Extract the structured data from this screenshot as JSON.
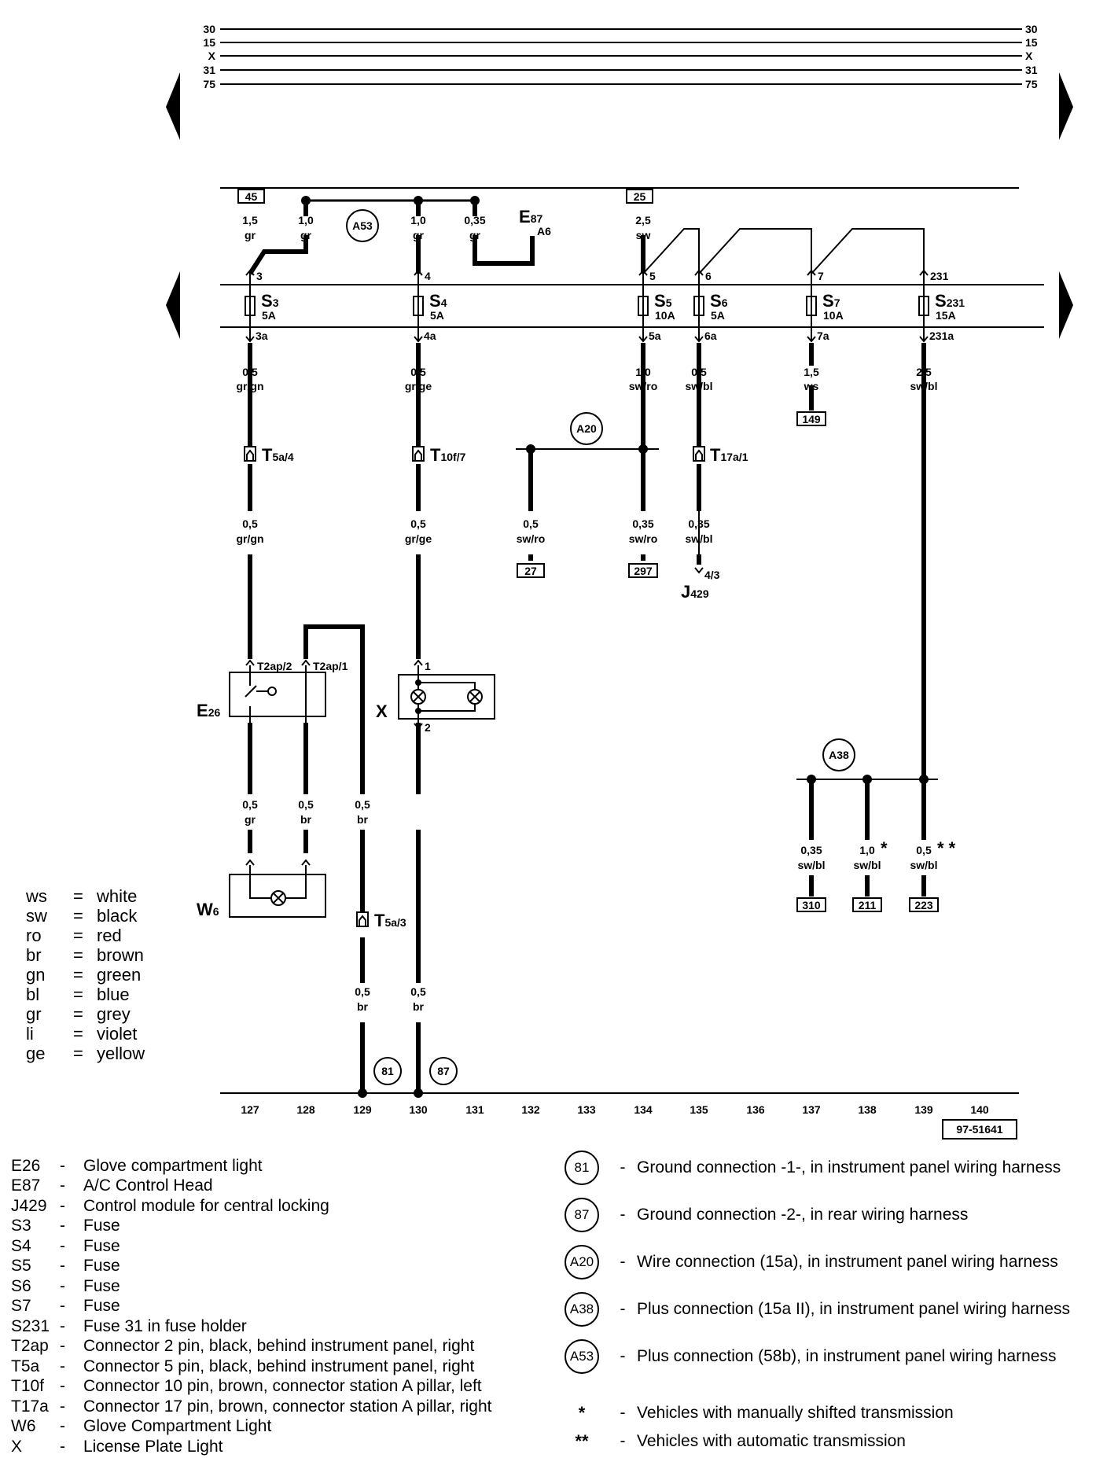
{
  "bus_labels": [
    "30",
    "15",
    "X",
    "31",
    "75"
  ],
  "relay_references": [
    "45",
    "25"
  ],
  "connection_labels": {
    "a53": "A53",
    "a20": "A20",
    "a38": "A38",
    "g81": "81",
    "g87": "87"
  },
  "wires": [
    {
      "size": "1,5",
      "color": "gr"
    },
    {
      "size": "1,0",
      "color": "gr"
    },
    {
      "size": "1,0",
      "color": "gr"
    },
    {
      "size": "0,35",
      "color": "gr"
    },
    {
      "size": "2,5",
      "color": "sw"
    },
    {
      "size": "0,5",
      "color": "gr/gn"
    },
    {
      "size": "0,5",
      "color": "gr/ge"
    },
    {
      "size": "1,0",
      "color": "sw/ro"
    },
    {
      "size": "0,5",
      "color": "sw/bl"
    },
    {
      "size": "1,5",
      "color": "ws"
    },
    {
      "size": "2,5",
      "color": "sw/bl"
    },
    {
      "size": "0,5",
      "color": "gr/gn"
    },
    {
      "size": "0,5",
      "color": "gr/ge"
    },
    {
      "size": "0,5",
      "color": "sw/ro"
    },
    {
      "size": "0,35",
      "color": "sw/ro"
    },
    {
      "size": "0,35",
      "color": "sw/bl"
    },
    {
      "size": "0,5",
      "color": "gr"
    },
    {
      "size": "0,5",
      "color": "br"
    },
    {
      "size": "0,5",
      "color": "br"
    },
    {
      "size": "0,35",
      "color": "sw/bl"
    },
    {
      "size": "1,0",
      "color": "sw/bl"
    },
    {
      "size": "0,5",
      "color": "sw/bl"
    },
    {
      "size": "0,5",
      "color": "br"
    },
    {
      "size": "0,5",
      "color": "br"
    }
  ],
  "fuse_terminals": {
    "top": [
      "3",
      "4",
      "5",
      "6",
      "7",
      "231"
    ],
    "bottom": [
      "3a",
      "4a",
      "5a",
      "6a",
      "7a",
      "231a"
    ]
  },
  "fuses": [
    {
      "name": "S",
      "sub": "3",
      "rating": "5A"
    },
    {
      "name": "S",
      "sub": "4",
      "rating": "5A"
    },
    {
      "name": "S",
      "sub": "5",
      "rating": "10A"
    },
    {
      "name": "S",
      "sub": "6",
      "rating": "5A"
    },
    {
      "name": "S",
      "sub": "7",
      "rating": "10A"
    },
    {
      "name": "S",
      "sub": "231",
      "rating": "15A"
    }
  ],
  "connectors": [
    {
      "name": "T",
      "sub": "5a/4"
    },
    {
      "name": "T",
      "sub": "10f/7"
    },
    {
      "name": "T",
      "sub": "17a/1"
    },
    {
      "name": "T",
      "sub": "5a/3"
    }
  ],
  "refs": [
    "149",
    "27",
    "297",
    "310",
    "211",
    "223"
  ],
  "pins": {
    "t2ap2": "T2ap/2",
    "t2ap1": "T2ap/1",
    "x1": "1",
    "x2": "2",
    "j429pin": "4/3"
  },
  "components": {
    "e87": {
      "name": "E",
      "sub": "87",
      "loc": "A6"
    },
    "j429": {
      "name": "J",
      "sub": "429"
    },
    "e26": {
      "name": "E",
      "sub": "26"
    },
    "x": {
      "name": "X"
    },
    "w6": {
      "name": "W",
      "sub": "6"
    }
  },
  "markers": {
    "single": "*",
    "double": "* *"
  },
  "current_tracks": [
    "127",
    "128",
    "129",
    "130",
    "131",
    "132",
    "133",
    "134",
    "135",
    "136",
    "137",
    "138",
    "139",
    "140"
  ],
  "diagram_number": "97-51641",
  "color_legend": [
    {
      "code": "ws",
      "name": "white"
    },
    {
      "code": "sw",
      "name": "black"
    },
    {
      "code": "ro",
      "name": "red"
    },
    {
      "code": "br",
      "name": "brown"
    },
    {
      "code": "gn",
      "name": "green"
    },
    {
      "code": "bl",
      "name": "blue"
    },
    {
      "code": "gr",
      "name": "grey"
    },
    {
      "code": "li",
      "name": "violet"
    },
    {
      "code": "ge",
      "name": "yellow"
    }
  ],
  "component_legend": [
    {
      "code": "E26",
      "desc": "Glove compartment light"
    },
    {
      "code": "E87",
      "desc": "A/C Control Head"
    },
    {
      "code": "J429",
      "desc": "Control module for central locking"
    },
    {
      "code": "S3",
      "desc": "Fuse"
    },
    {
      "code": "S4",
      "desc": "Fuse"
    },
    {
      "code": "S5",
      "desc": "Fuse"
    },
    {
      "code": "S6",
      "desc": "Fuse"
    },
    {
      "code": "S7",
      "desc": "Fuse"
    },
    {
      "code": "S231",
      "desc": "Fuse 31 in fuse holder"
    },
    {
      "code": "T2ap",
      "desc": "Connector 2 pin, black, behind instrument panel, right"
    },
    {
      "code": "T5a",
      "desc": "Connector 5 pin, black, behind instrument panel, right"
    },
    {
      "code": "T10f",
      "desc": "Connector 10 pin, brown, connector station A pillar, left"
    },
    {
      "code": "T17a",
      "desc": "Connector 17 pin, brown, connector station A pillar, right"
    },
    {
      "code": "W6",
      "desc": "Glove Compartment Light"
    },
    {
      "code": "X",
      "desc": "License Plate Light"
    }
  ],
  "connection_legend": [
    {
      "symbol": "81",
      "desc": "Ground connection -1-, in instrument panel wiring harness"
    },
    {
      "symbol": "87",
      "desc": "Ground connection -2-, in rear wiring harness"
    },
    {
      "symbol": "A20",
      "desc": "Wire connection (15a), in instrument panel wiring harness"
    },
    {
      "symbol": "A38",
      "desc": "Plus connection (15a II), in instrument panel wiring harness"
    },
    {
      "symbol": "A53",
      "desc": "Plus connection (58b), in instrument panel wiring harness"
    }
  ],
  "notes": [
    {
      "symbol": "*",
      "desc": "Vehicles with manually shifted transmission"
    },
    {
      "symbol": "**",
      "desc": "Vehicles with automatic transmission"
    }
  ]
}
